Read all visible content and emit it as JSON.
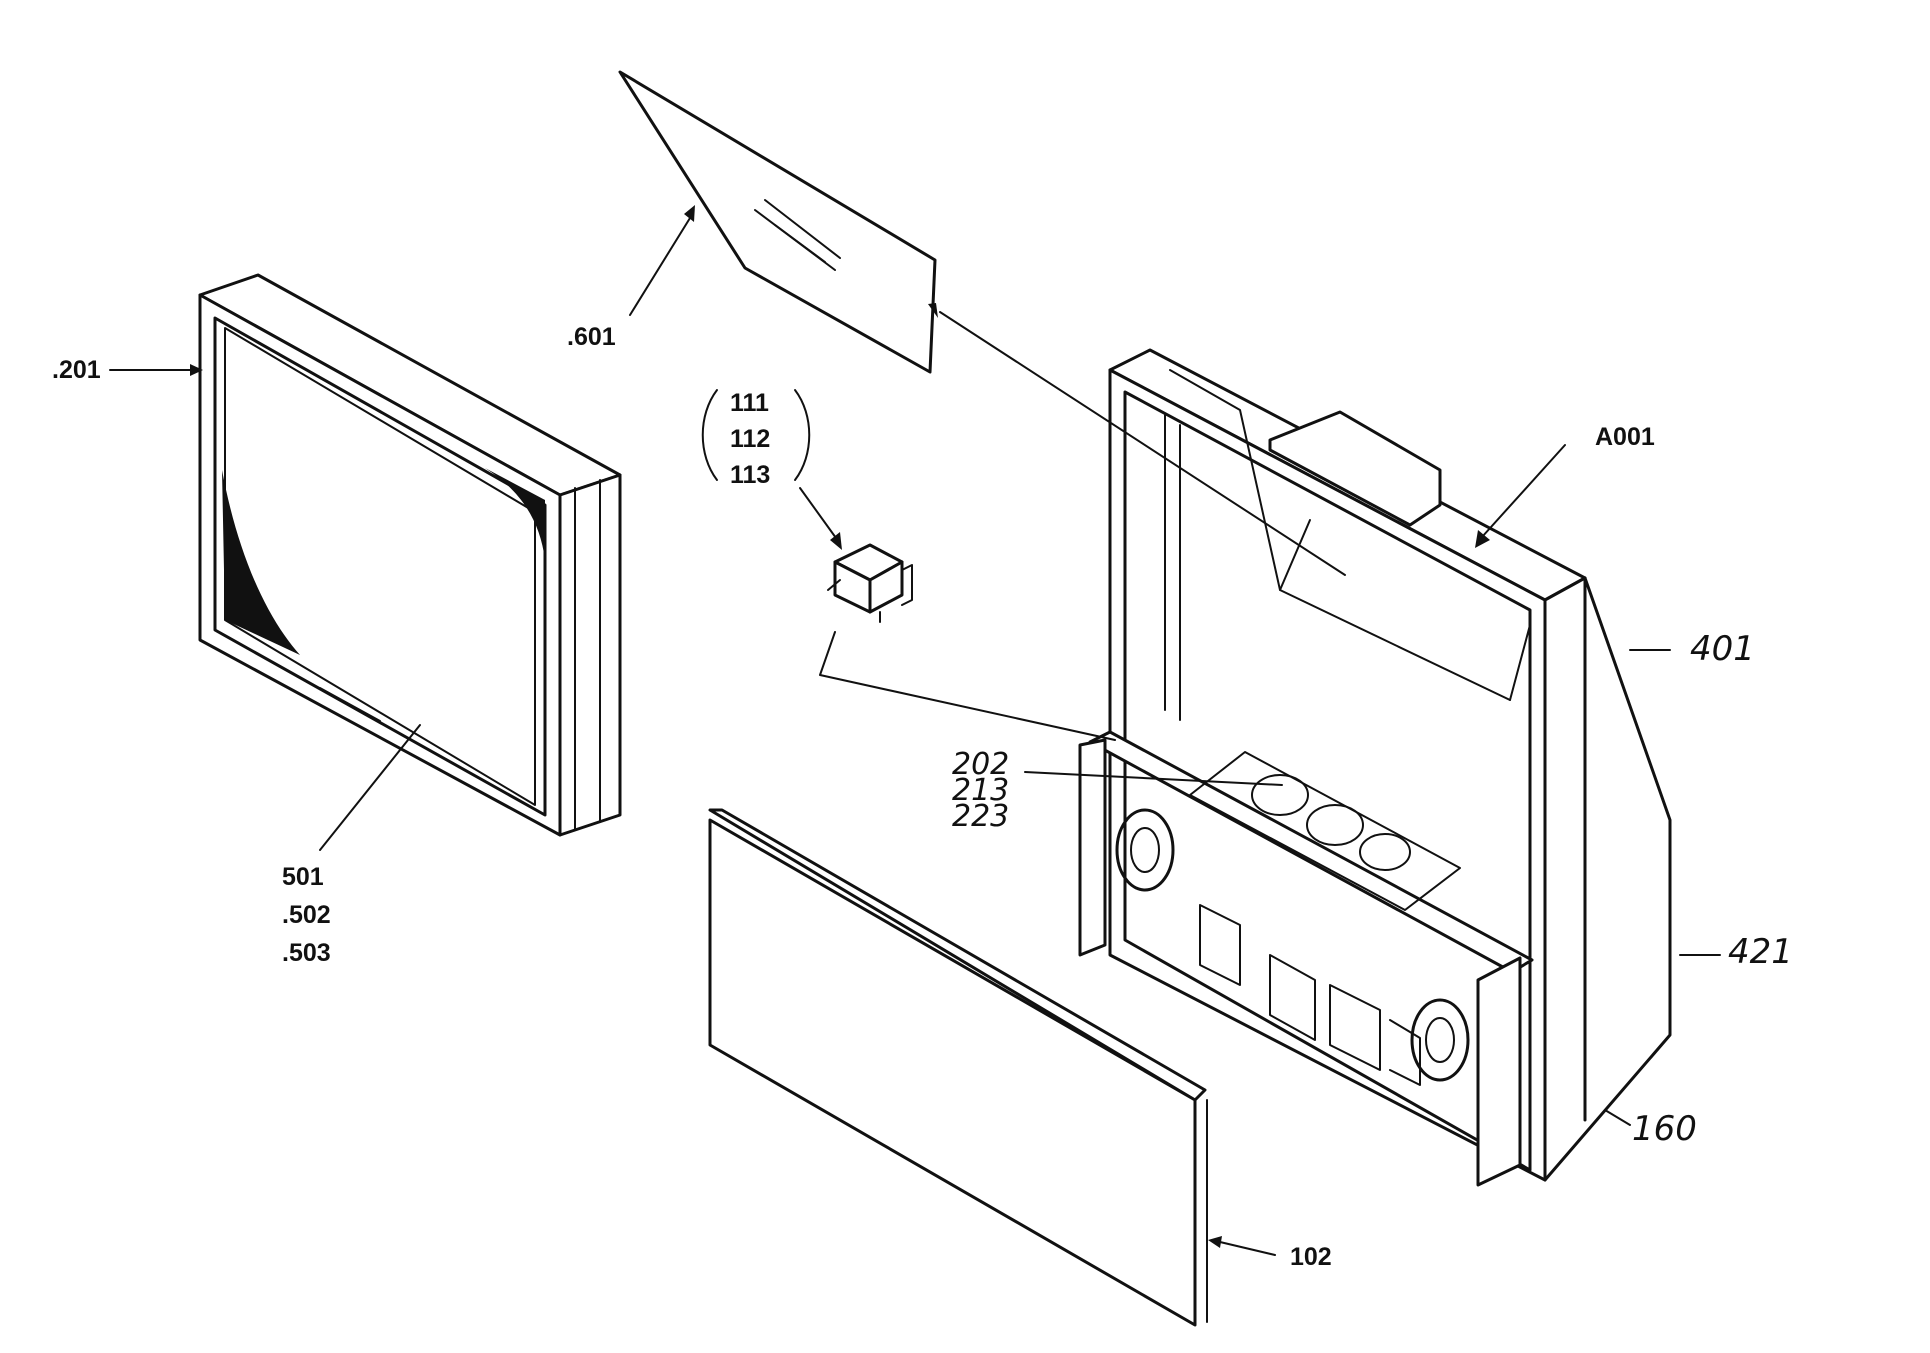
{
  "callouts": {
    "c201": ".201",
    "c601": ".601",
    "c111": "111",
    "c112": "112",
    "c113": "113",
    "a001": "A001",
    "c401": "401",
    "c202": "202",
    "c213": "213",
    "c223": "223",
    "c501": "501",
    "c502": ".502",
    "c503": ".503",
    "c421": "421",
    "c160": "160",
    "c102": "102"
  }
}
